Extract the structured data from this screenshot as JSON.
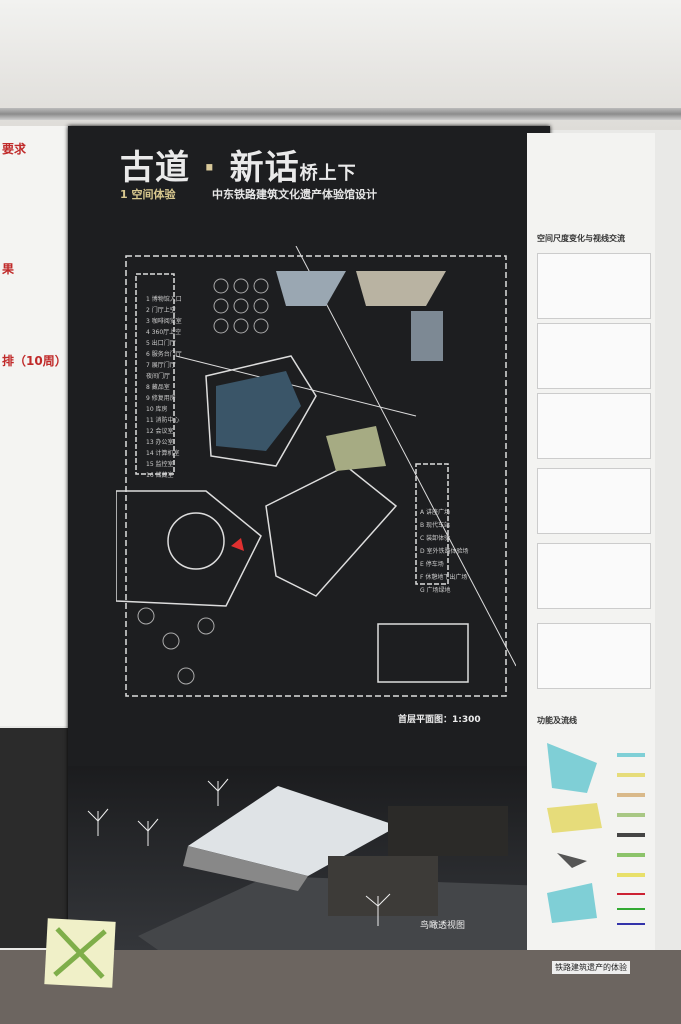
{
  "poster": {
    "title_part1": "古道",
    "title_sep": " · ",
    "title_part2": "新话",
    "title_suffix": "桥上下",
    "section_label": "1  空间体验",
    "subtitle": "中东铁路建筑文化遗产体验馆设计",
    "plan_caption": "首层平面图：1:300",
    "perspective_caption": "鸟瞰透视图",
    "legend_left": [
      "1 博物馆入口",
      "2 门厅上空",
      "3 咖啡阅览室",
      "4 360厅上空",
      "5 出口门厅",
      "6 服务台门厅",
      "7 展厅门厅",
      "夜间门厅",
      "8 藏品室",
      "9 修复用房",
      "10 库房",
      "11 消防中心",
      "12 会议室",
      "13 办公室",
      "14 计算机室",
      "15 监控室",
      "16 储藏室"
    ],
    "legend_right": [
      "A 讲座广场",
      "B 现代车站",
      "C 装卸体验",
      "D 室外铁路体验场",
      "E 停车场",
      "F 休憩地下出广场",
      "G 广场绿地"
    ]
  },
  "right_panel": {
    "heading1": "空间尺度变化与视线交流",
    "heading2": "功能及流线"
  },
  "left_panel": {
    "h1": "要求",
    "h2": "果",
    "h3": "排（10周）"
  },
  "bottom_panel": {
    "heading": "铁路建筑遗产的体验"
  },
  "colors": {
    "poster_bg": "#1d1e20",
    "title_gold": "#d9c99a",
    "cyan": "#7fcfd6",
    "yellow": "#e6dc7a"
  }
}
